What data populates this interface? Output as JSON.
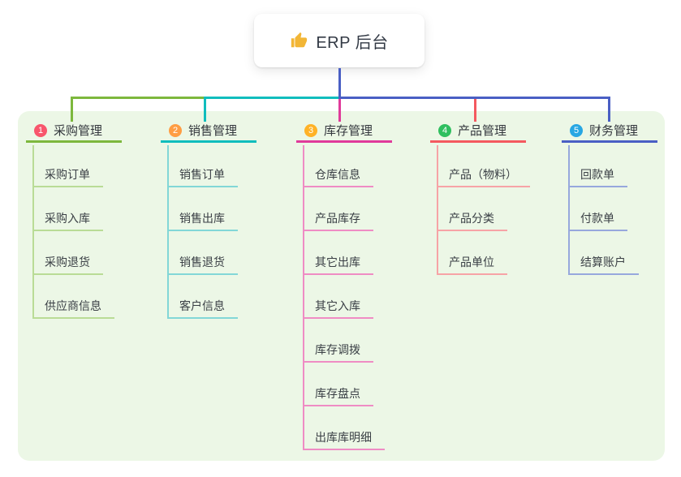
{
  "root": {
    "icon": "thumbs-up",
    "label": "ERP 后台"
  },
  "canvas": {
    "background": "#ffffff",
    "panel_background": "#ecf7e6",
    "root_connector_color": "#4a5fc4"
  },
  "branches": [
    {
      "number": "1",
      "label": "采购管理",
      "badge_color": "#f8566c",
      "line_color": "#7db83d",
      "child_line_color": "#b9dc96",
      "children": [
        "采购订单",
        "采购入库",
        "采购退货",
        "供应商信息"
      ]
    },
    {
      "number": "2",
      "label": "销售管理",
      "badge_color": "#ff9d43",
      "line_color": "#10bdbd",
      "child_line_color": "#82d7d7",
      "children": [
        "销售订单",
        "销售出库",
        "销售退货",
        "客户信息"
      ]
    },
    {
      "number": "3",
      "label": "库存管理",
      "badge_color": "#ffb226",
      "line_color": "#e03a9a",
      "child_line_color": "#ef8cc4",
      "children": [
        "仓库信息",
        "产品库存",
        "其它出库",
        "其它入库",
        "库存调拨",
        "库存盘点",
        "出库库明细"
      ]
    },
    {
      "number": "4",
      "label": "产品管理",
      "badge_color": "#2fbf5f",
      "line_color": "#f4595f",
      "child_line_color": "#f7a3a6",
      "children": [
        "产品（物料）",
        "产品分类",
        "产品单位"
      ]
    },
    {
      "number": "5",
      "label": "财务管理",
      "badge_color": "#28a7e3",
      "line_color": "#4a5fc4",
      "child_line_color": "#97a8dd",
      "children": [
        "回款单",
        "付款单",
        "结算账户"
      ]
    }
  ]
}
